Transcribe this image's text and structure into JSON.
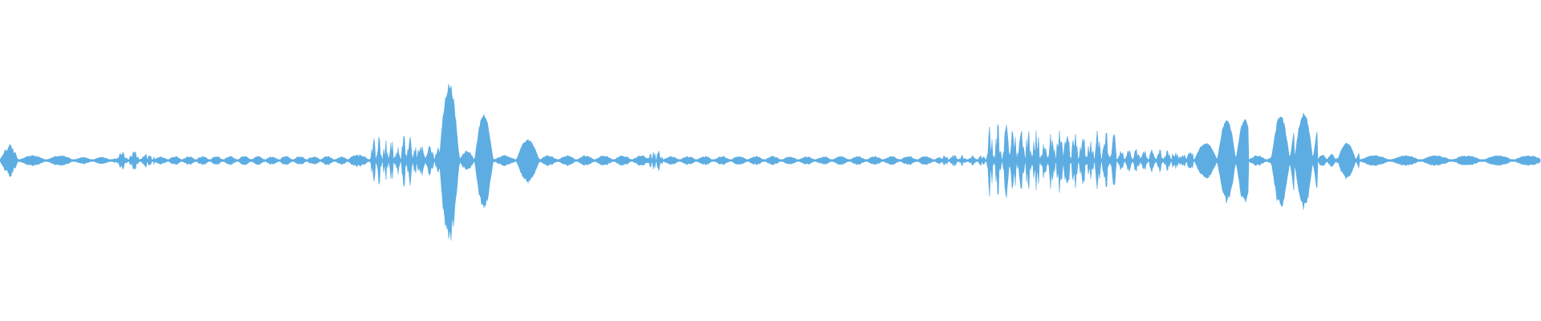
{
  "waveform": {
    "color": "#5dade2",
    "background": "#ffffff",
    "segments": [
      {
        "start": 0.0,
        "end": 0.012,
        "amp": 0.09,
        "lobe": 0.012,
        "rough": 0.4
      },
      {
        "start": 0.012,
        "end": 0.048,
        "amp": 0.03,
        "lobe": 0.018,
        "rough": 0.2
      },
      {
        "start": 0.048,
        "end": 0.075,
        "amp": 0.02,
        "lobe": 0.012,
        "rough": 0.2
      },
      {
        "start": 0.075,
        "end": 0.1,
        "amp": 0.05,
        "lobe": 0.008,
        "rough": 0.85
      },
      {
        "start": 0.1,
        "end": 0.225,
        "amp": 0.025,
        "lobe": 0.009,
        "rough": 0.3
      },
      {
        "start": 0.225,
        "end": 0.24,
        "amp": 0.035,
        "lobe": 0.015,
        "rough": 0.3
      },
      {
        "start": 0.24,
        "end": 0.27,
        "amp": 0.13,
        "lobe": 0.004,
        "rough": 0.9
      },
      {
        "start": 0.27,
        "end": 0.285,
        "amp": 0.09,
        "lobe": 0.006,
        "rough": 0.5
      },
      {
        "start": 0.285,
        "end": 0.298,
        "amp": 0.48,
        "lobe": 0.013,
        "rough": 0.1
      },
      {
        "start": 0.298,
        "end": 0.308,
        "amp": 0.06,
        "lobe": 0.01,
        "rough": 0.3
      },
      {
        "start": 0.308,
        "end": 0.32,
        "amp": 0.29,
        "lobe": 0.012,
        "rough": 0.1
      },
      {
        "start": 0.32,
        "end": 0.335,
        "amp": 0.03,
        "lobe": 0.015,
        "rough": 0.3
      },
      {
        "start": 0.335,
        "end": 0.35,
        "amp": 0.13,
        "lobe": 0.015,
        "rough": 0.1
      },
      {
        "start": 0.35,
        "end": 0.42,
        "amp": 0.03,
        "lobe": 0.012,
        "rough": 0.3
      },
      {
        "start": 0.42,
        "end": 0.43,
        "amp": 0.06,
        "lobe": 0.003,
        "rough": 0.85
      },
      {
        "start": 0.43,
        "end": 0.61,
        "amp": 0.025,
        "lobe": 0.011,
        "rough": 0.3
      },
      {
        "start": 0.61,
        "end": 0.64,
        "amp": 0.03,
        "lobe": 0.006,
        "rough": 0.7
      },
      {
        "start": 0.64,
        "end": 0.675,
        "amp": 0.2,
        "lobe": 0.005,
        "rough": 0.85
      },
      {
        "start": 0.675,
        "end": 0.705,
        "amp": 0.17,
        "lobe": 0.005,
        "rough": 0.85
      },
      {
        "start": 0.705,
        "end": 0.725,
        "amp": 0.16,
        "lobe": 0.005,
        "rough": 0.8
      },
      {
        "start": 0.725,
        "end": 0.775,
        "amp": 0.06,
        "lobe": 0.005,
        "rough": 0.7
      },
      {
        "start": 0.775,
        "end": 0.79,
        "amp": 0.11,
        "lobe": 0.015,
        "rough": 0.1
      },
      {
        "start": 0.79,
        "end": 0.81,
        "amp": 0.26,
        "lobe": 0.012,
        "rough": 0.1
      },
      {
        "start": 0.81,
        "end": 0.825,
        "amp": 0.03,
        "lobe": 0.012,
        "rough": 0.3
      },
      {
        "start": 0.825,
        "end": 0.84,
        "amp": 0.28,
        "lobe": 0.012,
        "rough": 0.1
      },
      {
        "start": 0.84,
        "end": 0.855,
        "amp": 0.3,
        "lobe": 0.012,
        "rough": 0.1
      },
      {
        "start": 0.855,
        "end": 0.868,
        "amp": 0.04,
        "lobe": 0.006,
        "rough": 0.3
      },
      {
        "start": 0.868,
        "end": 0.882,
        "amp": 0.11,
        "lobe": 0.012,
        "rough": 0.1
      },
      {
        "start": 0.882,
        "end": 1.0,
        "amp": 0.03,
        "lobe": 0.02,
        "rough": 0.25
      }
    ]
  }
}
